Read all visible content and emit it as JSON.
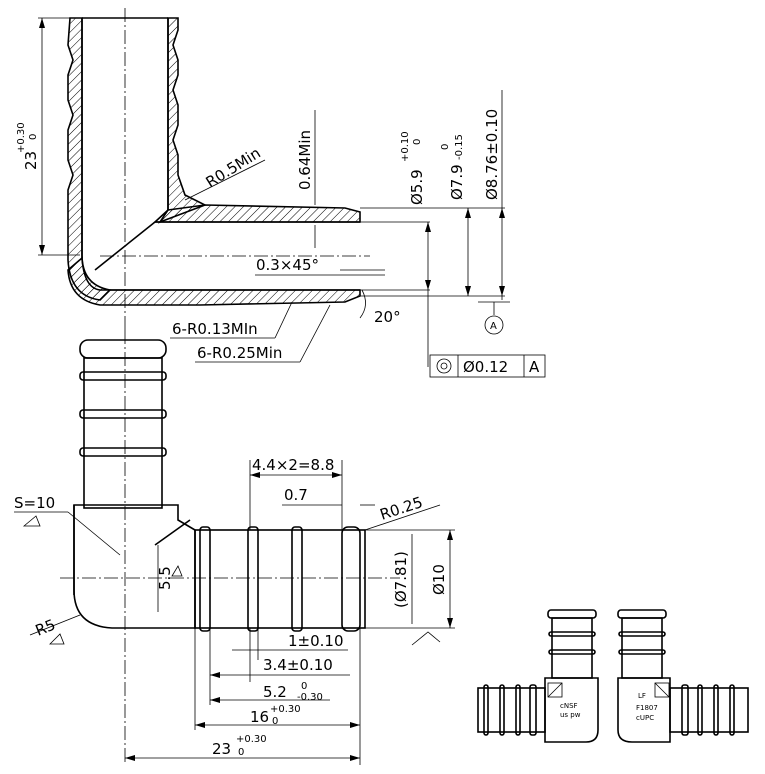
{
  "dims": {
    "d_23_top": "23",
    "tol_23_top_up": "+0.30",
    "tol_23_top_lo": "0",
    "r05": "R0.5Min",
    "t064": "0.64Min",
    "d59": "Ø5.9",
    "tol_59_up": "+0.10",
    "tol_59_lo": "0",
    "d79": "Ø7.9",
    "tol_79_up": "0",
    "tol_79_lo": "-0.15",
    "d876": "Ø8.76±0.10",
    "chamfer": "0.3×45°",
    "angle": "20°",
    "ridge_013": "6-R0.13MIn",
    "ridge_025": "6-R0.25Min",
    "datum": "A",
    "gdt_tol": "Ø0.12",
    "gdt_ref": "A",
    "pitch": "4.4×2=8.8",
    "d07": "0.7",
    "r025": "R0.25",
    "s10": "S=10",
    "d55": "5.5",
    "d781": "(Ø7.81)",
    "d10": "Ø10",
    "r5": "R5",
    "d1": "1±0.10",
    "d34": "3.4±0.10",
    "d52": "5.2",
    "tol_52_up": "0",
    "tol_52_lo": "-0.30",
    "d16": "16",
    "tol_16_up": "+0.30",
    "tol_16_lo": "0",
    "d23b": "23",
    "tol_23b_up": "+0.30",
    "tol_23b_lo": "0"
  },
  "markings": {
    "left_1": "cNSF",
    "left_2": "us pw",
    "right_1": "LF",
    "right_2": "F1807",
    "right_3": "cUPC"
  }
}
